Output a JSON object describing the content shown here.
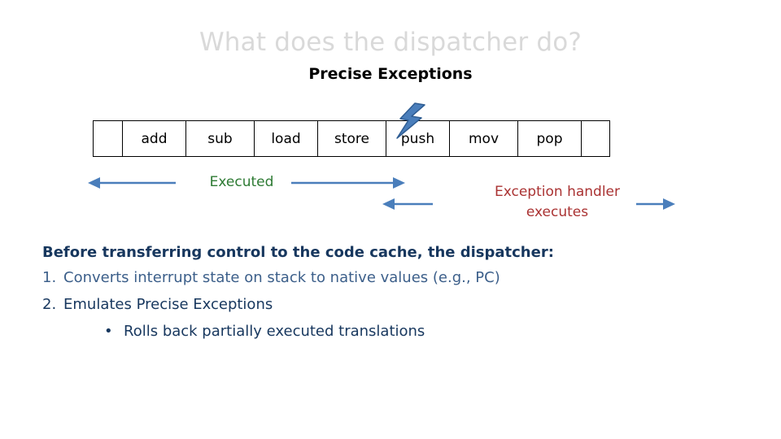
{
  "slide": {
    "title": "What does the dispatcher do?",
    "subtitle": "Precise Exceptions",
    "instructions": [
      "add",
      "sub",
      "load",
      "store",
      "push",
      "mov",
      "pop"
    ],
    "executed_label": "Executed",
    "handler_label_line1": "Exception handler",
    "handler_label_line2": "executes",
    "body": {
      "lead": "Before transferring control to the code cache, the dispatcher:",
      "items": [
        {
          "num": "1.",
          "text": "Converts interrupt state on stack to native values (e.g., PC)"
        },
        {
          "num": "2.",
          "text": "Emulates Precise Exceptions"
        }
      ],
      "sub_bullet": {
        "dot": "•",
        "text": "Rolls back partially executed translations"
      }
    },
    "colors": {
      "title": "#d9d9d9",
      "executed": "#2d7a33",
      "handler": "#aa3333",
      "body": "#17375e",
      "arrow": "#4a7ebb",
      "bolt": "#4a7ebb"
    }
  }
}
